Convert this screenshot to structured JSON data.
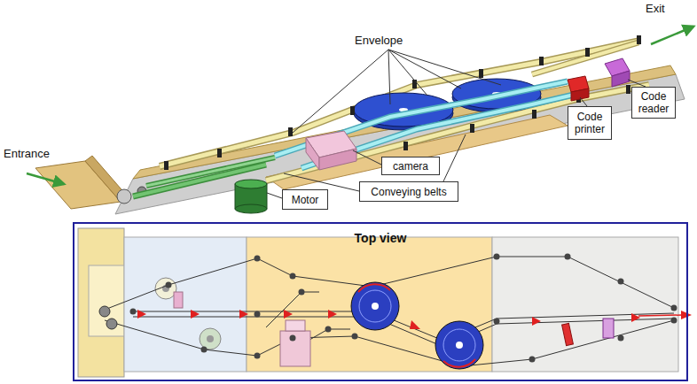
{
  "diagram": {
    "nodes": [
      {
        "text": [
          "Code reader"
        ]
      },
      {
        "text": [
          "Code printer"
        ]
      },
      {
        "text": [
          "camera"
        ]
      },
      {
        "text": [
          "Conveying belts"
        ]
      },
      {
        "text": [
          "Motor"
        ]
      },
      {
        "text": [
          "Top view"
        ]
      }
    ],
    "labels": [
      "Exit",
      "Envelope",
      "Entrance"
    ]
  }
}
